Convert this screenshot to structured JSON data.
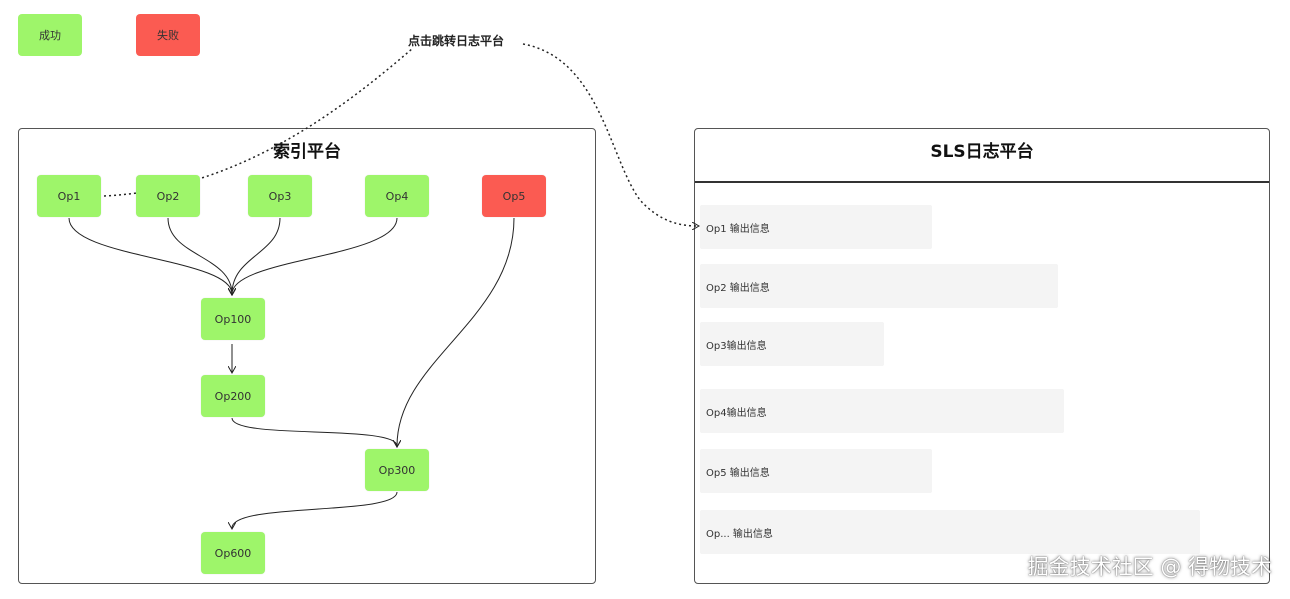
{
  "colors": {
    "success": "#9ef56a",
    "failure": "#fb5b52"
  },
  "legend": {
    "success_label": "成功",
    "failure_label": "失败"
  },
  "callout": {
    "label": "点击跳转日志平台"
  },
  "index_panel": {
    "title": "索引平台",
    "nodes": {
      "op1": "Op1",
      "op2": "Op2",
      "op3": "Op3",
      "op4": "Op4",
      "op5": "Op5",
      "op100": "Op100",
      "op200": "Op200",
      "op300": "Op300",
      "op600": "Op600"
    },
    "node_status": {
      "op1": "success",
      "op2": "success",
      "op3": "success",
      "op4": "success",
      "op5": "failure",
      "op100": "success",
      "op200": "success",
      "op300": "success",
      "op600": "success"
    }
  },
  "sls_panel": {
    "title": "SLS日志平台",
    "rows": [
      "Op1 输出信息",
      "Op2 输出信息",
      "Op3输出信息",
      "Op4输出信息",
      "Op5 输出信息",
      "Op... 输出信息"
    ]
  },
  "watermark": "掘金技术社区 @ 得物技术"
}
